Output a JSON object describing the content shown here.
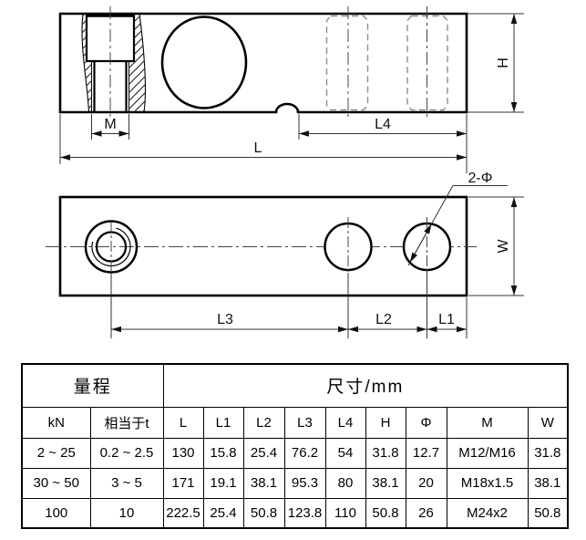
{
  "drawing": {
    "side_view": {
      "dim_m": "M",
      "dim_l": "L",
      "dim_l4": "L4",
      "dim_h": "H"
    },
    "plan_view": {
      "dim_l3": "L3",
      "dim_l2": "L2",
      "dim_l1": "L1",
      "dim_w": "W",
      "hole_callout": "2-Φ"
    },
    "line_colors": {
      "outline": "#000000",
      "hidden_line": "#8f8f8f",
      "dimension": "#333333"
    }
  },
  "table": {
    "group_headers": {
      "range": "量程",
      "dimensions": "尺寸/mm"
    },
    "columns": [
      "kN",
      "相当于t",
      "L",
      "L1",
      "L2",
      "L3",
      "L4",
      "H",
      "Φ",
      "M",
      "W"
    ],
    "rows": [
      [
        "2 ~ 25",
        "0.2 ~ 2.5",
        "130",
        "15.8",
        "25.4",
        "76.2",
        "54",
        "31.8",
        "12.7",
        "M12/M16",
        "31.8"
      ],
      [
        "30 ~ 50",
        "3 ~ 5",
        "171",
        "19.1",
        "38.1",
        "95.3",
        "80",
        "38.1",
        "20",
        "M18x1.5",
        "38.1"
      ],
      [
        "100",
        "10",
        "222.5",
        "25.4",
        "50.8",
        "123.8",
        "110",
        "50.8",
        "26",
        "M24x2",
        "50.8"
      ]
    ]
  }
}
